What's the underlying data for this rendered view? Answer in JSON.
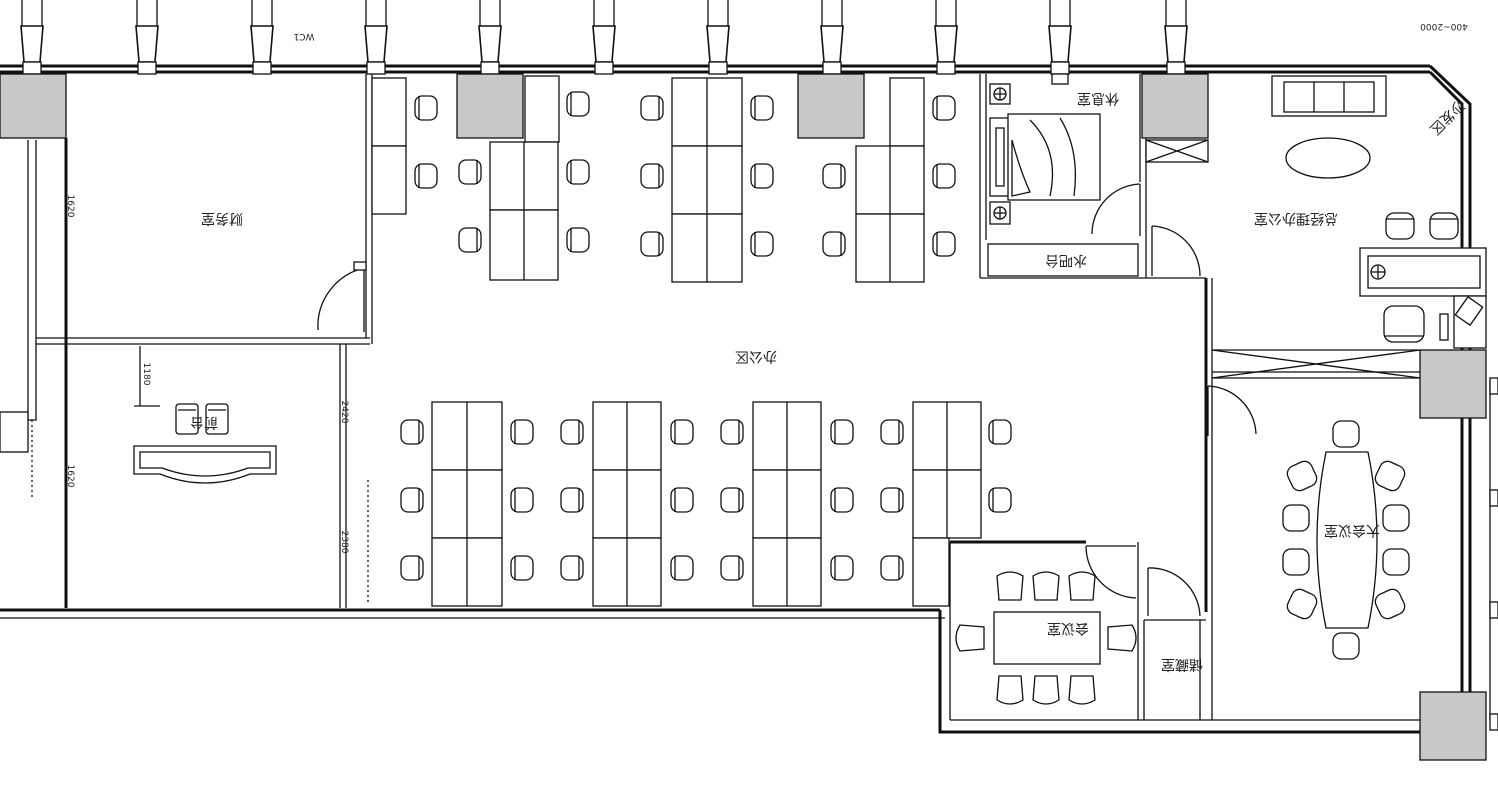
{
  "plan": {
    "corner_dimension": "400~2000",
    "window_dimension_top": "WC1",
    "dimension_left_a": "1620",
    "dimension_left_b": "1620",
    "dimension_reception": "1180",
    "dimension_mid_a": "2420",
    "dimension_mid_b": "2380",
    "colors": {
      "line": "#111111",
      "column_fill": "#c8c8c8",
      "background": "#ffffff"
    },
    "rooms": {
      "top_left_room": "财务室",
      "open_office": "办公区",
      "bedroom": "休息室",
      "tea_counter": "水吧台",
      "gm_office": "总经理办公室",
      "large_meeting": "大会议室",
      "small_meeting": "会议室",
      "storage": "储藏室",
      "reception": "前台",
      "lounge": "沙发区"
    }
  }
}
